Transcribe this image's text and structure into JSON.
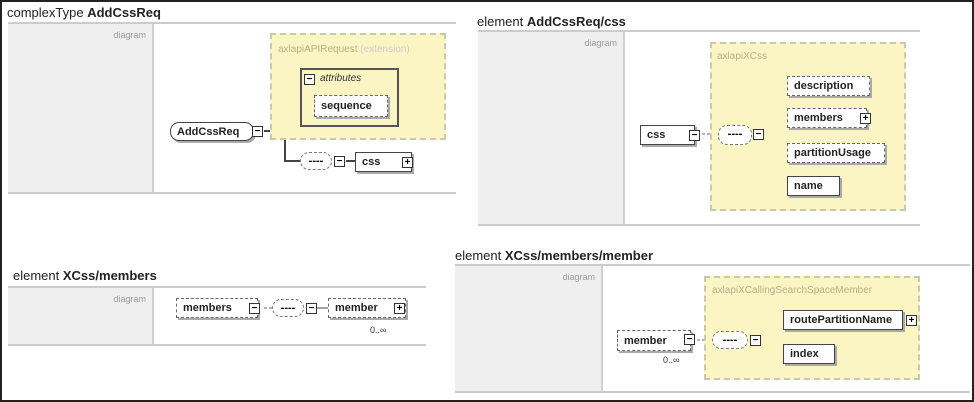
{
  "panels": [
    {
      "kind": "complexType",
      "name": "AddCssReq",
      "side_label": "diagram",
      "base": "axlapiAPIRequest",
      "base_suffix": "(extension)",
      "attributes_label": "attributes",
      "root": "AddCssReq",
      "attr_child": "sequence",
      "children": [
        "css"
      ],
      "compositor": "----"
    },
    {
      "kind": "element",
      "name": "AddCssReq/css",
      "side_label": "diagram",
      "type": "axlapiXCss",
      "root": "css",
      "compositor": "----",
      "children": [
        "description",
        "members",
        "partitionUsage",
        "name"
      ]
    },
    {
      "kind": "element",
      "name": "XCss/members",
      "side_label": "diagram",
      "root": "members",
      "compositor": "----",
      "children": [
        "member"
      ],
      "cardinality": "0..∞"
    },
    {
      "kind": "element",
      "name": "XCss/members/member",
      "side_label": "diagram",
      "type": "axlapiXCallingSearchSpaceMember",
      "root": "member",
      "root_cardinality": "0..∞",
      "compositor": "----",
      "children": [
        "routePartitionName",
        "index"
      ]
    }
  ],
  "colors": {
    "type_fill": "#fbf5c4",
    "side_fill": "#efefef"
  }
}
